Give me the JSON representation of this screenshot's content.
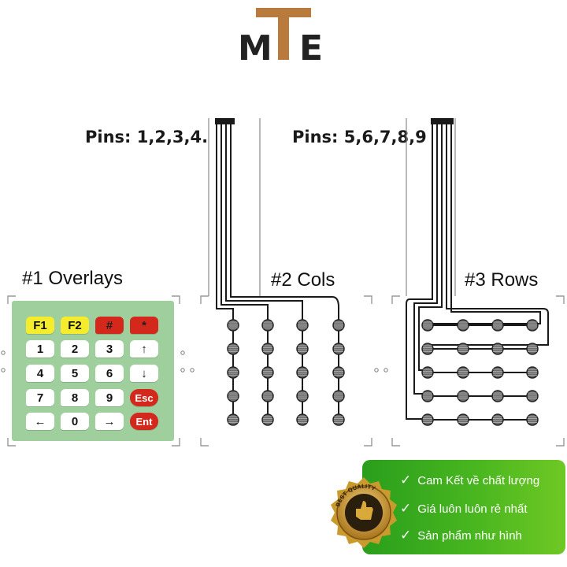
{
  "logo": {
    "text_left": "M",
    "text_mid": "T",
    "text_right": "E",
    "colors": {
      "dark": "#222222",
      "accent": "#b97a3e"
    }
  },
  "pins": {
    "left": "Pins: 1,2,3,4.",
    "right": "Pins: 5,6,7,8,9"
  },
  "sections": {
    "overlays": "#1 Overlays",
    "cols": "#2 Cols",
    "rows": "#3 Rows"
  },
  "keypad": {
    "rows": [
      [
        "F1",
        "F2",
        "#",
        "*"
      ],
      [
        "1",
        "2",
        "3",
        "↑"
      ],
      [
        "4",
        "5",
        "6",
        "↓"
      ],
      [
        "7",
        "8",
        "9",
        "Esc"
      ],
      [
        "←",
        "0",
        "→",
        "Ent"
      ]
    ],
    "colors": {
      "panel": "#9fcf9d",
      "yellow": "#f4ec2c",
      "red": "#d4281c"
    }
  },
  "promo": {
    "lines": [
      "Cam Kết về chất lượng",
      "Giá luôn luôn rẻ nhất",
      "Sản phẩm như hình"
    ],
    "badge_text": "BEST QUALITY",
    "colors": {
      "green": "#3aaa1e",
      "gold": "#c99a2e"
    }
  }
}
